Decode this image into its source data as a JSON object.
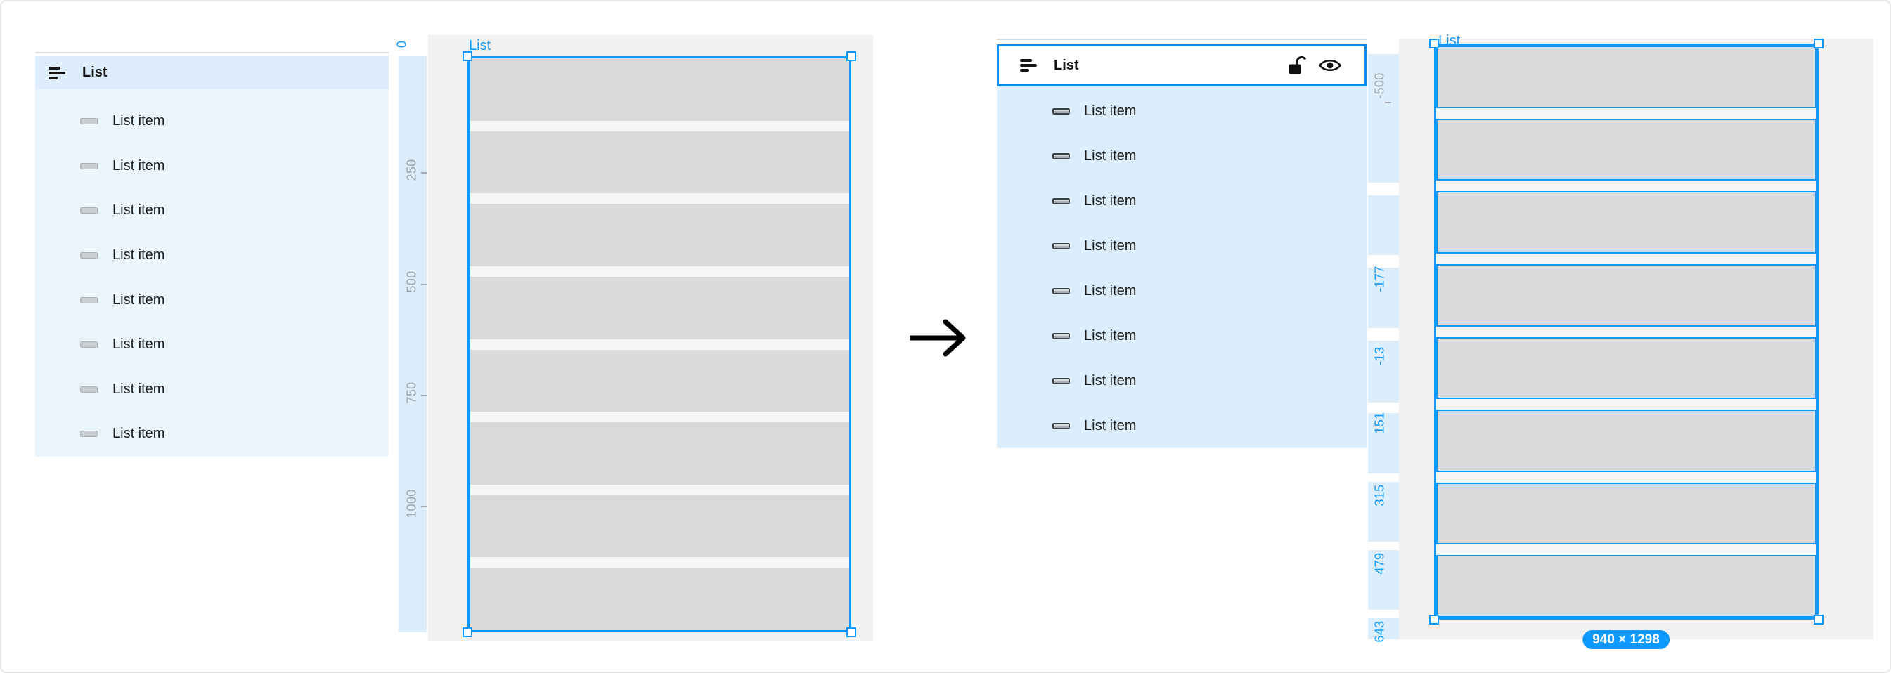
{
  "left_panel": {
    "header": {
      "label": "List"
    },
    "items": [
      {
        "label": "List item"
      },
      {
        "label": "List item"
      },
      {
        "label": "List item"
      },
      {
        "label": "List item"
      },
      {
        "label": "List item"
      },
      {
        "label": "List item"
      },
      {
        "label": "List item"
      },
      {
        "label": "List item"
      }
    ]
  },
  "left_ruler": {
    "origin_label": "0",
    "tick_labels": [
      "250",
      "500",
      "750",
      "1000"
    ]
  },
  "left_canvas": {
    "frame_label": "List",
    "row_count": 8
  },
  "right_panel": {
    "header": {
      "label": "List"
    },
    "items": [
      {
        "label": "List item"
      },
      {
        "label": "List item"
      },
      {
        "label": "List item"
      },
      {
        "label": "List item"
      },
      {
        "label": "List item"
      },
      {
        "label": "List item"
      },
      {
        "label": "List item"
      },
      {
        "label": "List item"
      }
    ]
  },
  "right_ruler": {
    "tick_label": "-500",
    "selection_labels": [
      "-177",
      "-13",
      "151",
      "315",
      "479",
      "643"
    ]
  },
  "right_canvas": {
    "frame_label": "List",
    "size_badge": "940 × 1298",
    "row_count": 8
  },
  "icons": {
    "panel_header_icon": "list-icon",
    "item_icon": "list-item-icon",
    "lock_icon": "unlock-icon",
    "visibility_icon": "eye-icon",
    "transition_icon": "arrow-right-icon"
  },
  "colors": {
    "selection_blue": "#0D99FF",
    "header_border_blue": "#0D8CE8",
    "panel_header_bg": "#DEEDFB",
    "panel_rows_bg_left": "#EBF5FE",
    "panel_rows_bg_right": "#DCEEFC",
    "ruler_highlight": "#DCEEFC",
    "canvas_bg": "#F1F1F2",
    "row_fill": "#D9DADB",
    "ruler_gray_text": "#9DA1A6"
  }
}
